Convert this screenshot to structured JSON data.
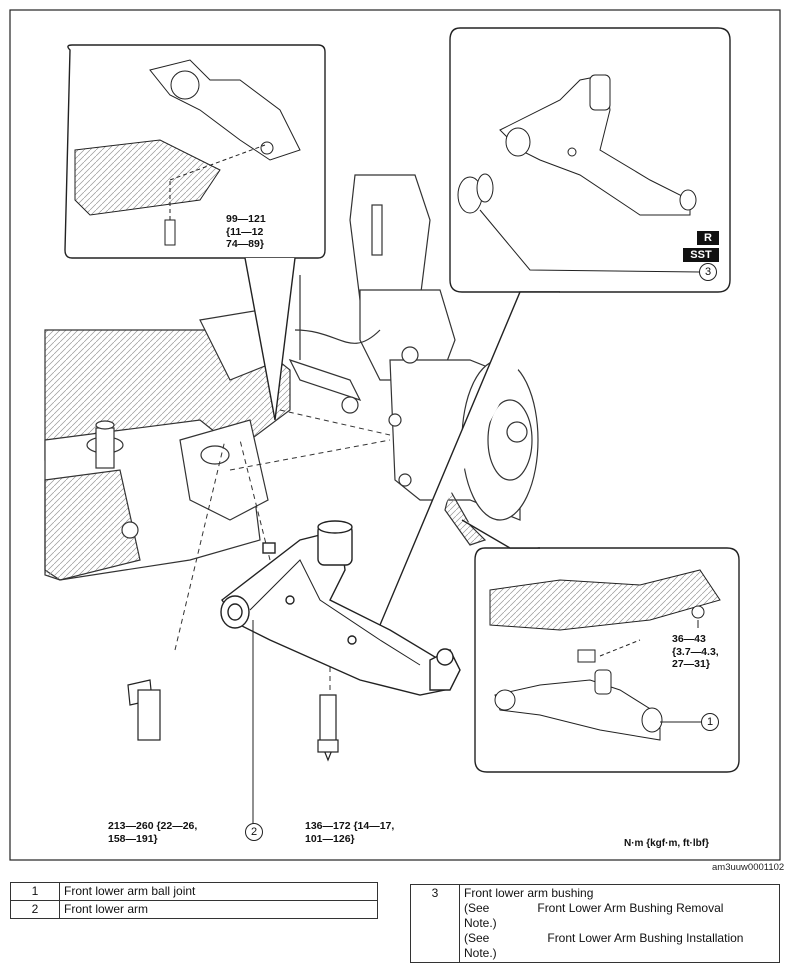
{
  "torque_labels": {
    "bolt_top_inset": "99—121\n{11—12\n74—89}",
    "bolt_right_inset": "36—43\n{3.7—4.3,\n27—31}",
    "bolt_front_bushing": "213—260 {22—26,\n158—191}",
    "bolt_rear": "136—172 {14—17,\n101—126}"
  },
  "callouts": {
    "c1": "1",
    "c2": "2",
    "c3": "3"
  },
  "badges": {
    "right_side": "R",
    "sst": "SST"
  },
  "units_note": "N·m {kgf·m, ft·lbf}",
  "figure_code": "am3uuw0001102",
  "legend_left": [
    {
      "num": "1",
      "name": "Front lower arm ball joint"
    },
    {
      "num": "2",
      "name": "Front lower arm"
    }
  ],
  "legend_right": {
    "num": "3",
    "name": "Front lower arm bushing",
    "see1_prefix": "(See",
    "see1_link": "Front Lower Arm Bushing Removal",
    "see1_suffix": "Note.)",
    "see2_prefix": "(See",
    "see2_link": "Front Lower Arm Bushing Installation",
    "see2_suffix": "Note.)"
  }
}
